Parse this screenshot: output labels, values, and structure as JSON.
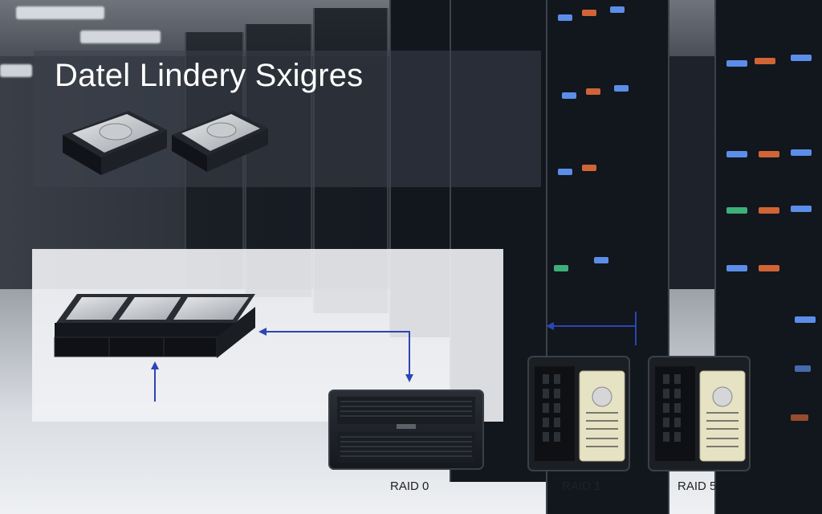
{
  "title": "Datel Lindery Sxigres",
  "raid_labels": [
    "RAID 0",
    "RAID 1",
    "RAID 5"
  ],
  "colors": {
    "arrow": "#2d44b4",
    "led_blue": "#5b8ee8",
    "led_orange": "#d06436",
    "led_green": "#3bb079"
  },
  "icons": {
    "hdd": "hard-drive-icon",
    "enclosure": "storage-enclosure-icon",
    "bay": "drive-bay-icon"
  }
}
